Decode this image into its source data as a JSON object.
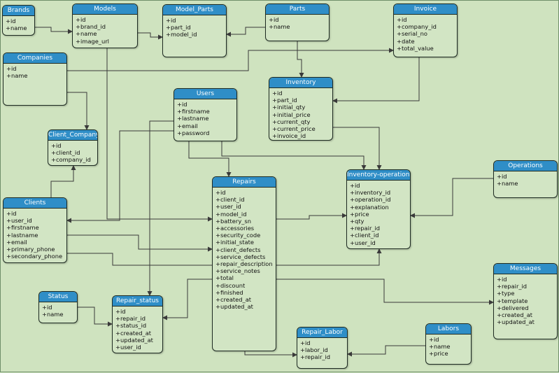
{
  "colors": {
    "background": "#cfe3bf",
    "header": "#2f8ec7",
    "box": "#d2e5c4",
    "line": "#3a3a3a"
  },
  "entities": [
    {
      "key": "brands",
      "name": "Brands",
      "fields": [
        "+id",
        "+name"
      ]
    },
    {
      "key": "models",
      "name": "Models",
      "fields": [
        "+id",
        "+brand_id",
        "+name",
        "+image_url"
      ]
    },
    {
      "key": "model_parts",
      "name": "Model_Parts",
      "fields": [
        "+id",
        "+part_id",
        "+model_id"
      ]
    },
    {
      "key": "parts",
      "name": "Parts",
      "fields": [
        "+id",
        "+name"
      ]
    },
    {
      "key": "invoice",
      "name": "Invoice",
      "fields": [
        "+id",
        "+company_id",
        "+serial_no",
        "+date",
        "+total_value"
      ]
    },
    {
      "key": "companies",
      "name": "Companies",
      "fields": [
        "+id",
        "+name"
      ]
    },
    {
      "key": "inventory",
      "name": "Inventory",
      "fields": [
        "+id",
        "+part_id",
        "+initial_qty",
        "+initial_price",
        "+current_qty",
        "+current_price",
        "+invoice_id"
      ]
    },
    {
      "key": "users",
      "name": "Users",
      "fields": [
        "+id",
        "+firstname",
        "+lastname",
        "+email",
        "+password"
      ]
    },
    {
      "key": "client_company",
      "name": "Client_Company",
      "fields": [
        "+id",
        "+client_id",
        "+company_id"
      ]
    },
    {
      "key": "clients",
      "name": "Clients",
      "fields": [
        "+id",
        "+user_id",
        "+firstname",
        "+lastname",
        "+email",
        "+primary_phone",
        "+secondary_phone"
      ]
    },
    {
      "key": "repairs",
      "name": "Repairs",
      "fields": [
        "+id",
        "+client_id",
        "+user_id",
        "+model_id",
        "+battery_sn",
        "+accessories",
        "+security_code",
        "+initial_state",
        "+client_defects",
        "+service_defects",
        "+repair_description",
        "+service_notes",
        "+total",
        "+discount",
        "+finished",
        "+created_at",
        "+updated_at"
      ]
    },
    {
      "key": "inventory_operations",
      "name": "Inventory-operations",
      "fields": [
        "+id",
        "+inventory_id",
        "+operation_id",
        "+explanation",
        "+price",
        "+qty",
        "+repair_id",
        "+client_id",
        "+user_id"
      ]
    },
    {
      "key": "operations",
      "name": "Operations",
      "fields": [
        "+id",
        "+name"
      ]
    },
    {
      "key": "messages",
      "name": "Messages",
      "fields": [
        "+id",
        "+repair_id",
        "+type",
        "+template",
        "+delivered",
        "+created_at",
        "+updated_at"
      ]
    },
    {
      "key": "status",
      "name": "Status",
      "fields": [
        "+id",
        "+name"
      ]
    },
    {
      "key": "repair_status",
      "name": "Repair_status",
      "fields": [
        "+id",
        "+repair_id",
        "+status_id",
        "+created_at",
        "+updated_at",
        "+user_id"
      ]
    },
    {
      "key": "repair_labor",
      "name": "Repair_Labor",
      "fields": [
        "+id",
        "+labor_id",
        "+repair_id"
      ]
    },
    {
      "key": "labors",
      "name": "Labors",
      "fields": [
        "+id",
        "+name",
        "+price"
      ]
    }
  ]
}
